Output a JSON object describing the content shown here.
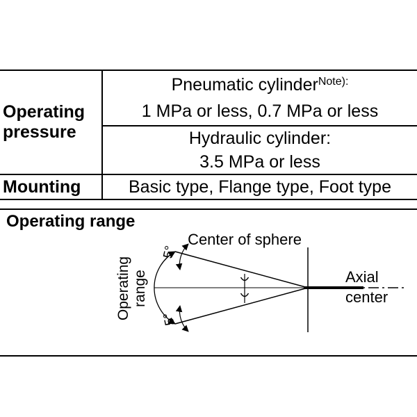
{
  "table": {
    "operating_pressure_label": "Operating pressure",
    "pneumatic": {
      "name": "Pneumatic cylinder",
      "note": "Note):",
      "value": "1 MPa or less, 0.7 MPa or less"
    },
    "hydraulic": {
      "name": "Hydraulic cylinder:",
      "value": "3.5 MPa or less"
    },
    "mounting_label": "Mounting",
    "mounting_value": "Basic type, Flange type, Foot type"
  },
  "range": {
    "title": "Operating range",
    "center_of_sphere": "Center of sphere",
    "axial_center": [
      "Axial",
      "center"
    ],
    "operating_range_label": [
      "Operating",
      "range"
    ],
    "angle": "5°"
  },
  "colors": {
    "line": "#000000",
    "background": "#ffffff"
  }
}
